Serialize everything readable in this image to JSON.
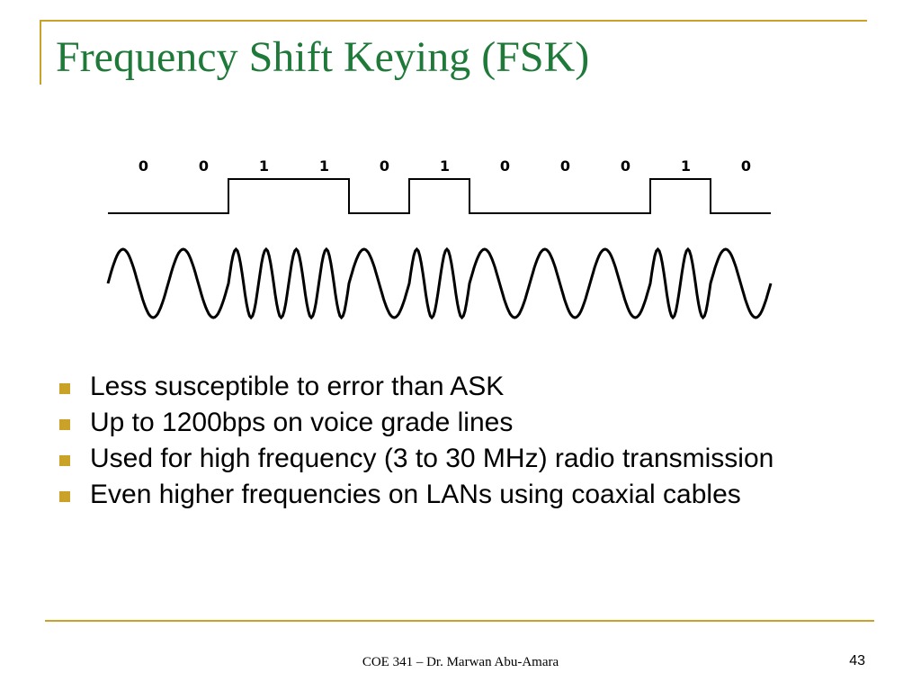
{
  "slide": {
    "title": "Frequency Shift Keying (FSK)",
    "bullets": [
      "Less susceptible to error than ASK",
      "Up to 1200bps on voice grade lines",
      "Used for high frequency (3 to 30 MHz) radio transmission",
      "Even higher frequencies on LANs using coaxial cables"
    ],
    "footer": "COE 341 – Dr. Marwan Abu-Amara",
    "page_number": "43"
  },
  "figure": {
    "bits": [
      "0",
      "0",
      "1",
      "1",
      "0",
      "1",
      "0",
      "0",
      "0",
      "1",
      "0"
    ],
    "waveform_cycles_per_bit": {
      "0": 1,
      "1": 2
    }
  },
  "colors": {
    "accent": "#c9a227",
    "title": "#1f7a3a",
    "bullet": "#c9a227"
  }
}
